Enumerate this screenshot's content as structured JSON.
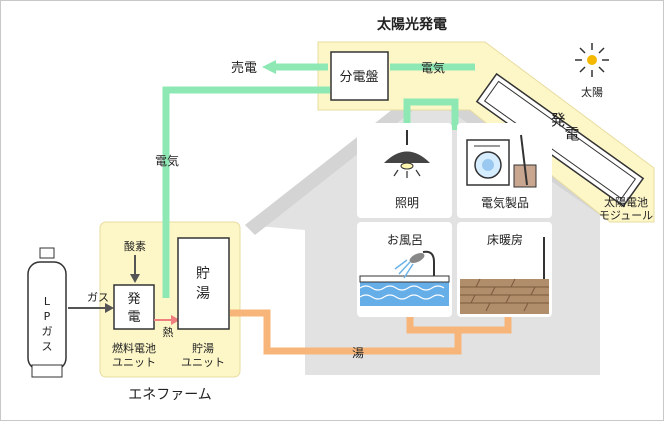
{
  "title": "太陽光発電",
  "labels": {
    "sell_power": "売電",
    "panel": "分電盤",
    "electricity_top": "電気",
    "electricity_left": "電気",
    "sun": "太陽",
    "solar_module_1": "太陽電池",
    "solar_module_2": "モジュール",
    "generation_1": "発",
    "generation_2": "電",
    "lighting": "照明",
    "appliances": "電気製品",
    "bath": "お風呂",
    "floor_heating": "床暖房",
    "oxygen": "酸素",
    "gas": "ガス",
    "lp_gas": "LPガス",
    "fc_gen_1": "発",
    "fc_gen_2": "電",
    "fc_caption_1": "燃料電池",
    "fc_caption_2": "ユニット",
    "heat": "熱",
    "storage_1": "貯",
    "storage_2": "湯",
    "storage_caption_1": "貯湯",
    "storage_caption_2": "ユニット",
    "hot_water": "湯",
    "enefarm": "エネファーム"
  },
  "colors": {
    "electric_line": "#8ee8b4",
    "hot_water_line": "#f7b57a",
    "highlight_box": "#fdf7c8",
    "house": "#e2e2e2",
    "sun": "#f5b800"
  }
}
